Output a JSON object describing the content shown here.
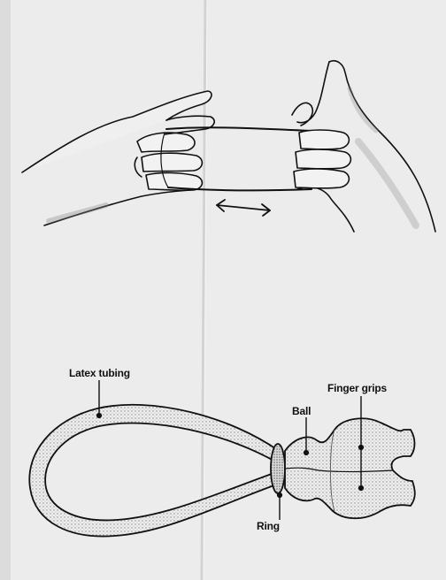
{
  "labels": {
    "latex_tubing": "Latex tubing",
    "finger_grips": "Finger grips",
    "ball": "Ball",
    "ring": "Ring"
  },
  "colors": {
    "paper": "#ececec",
    "ink": "#111111",
    "shade": "#9a9a9a"
  }
}
